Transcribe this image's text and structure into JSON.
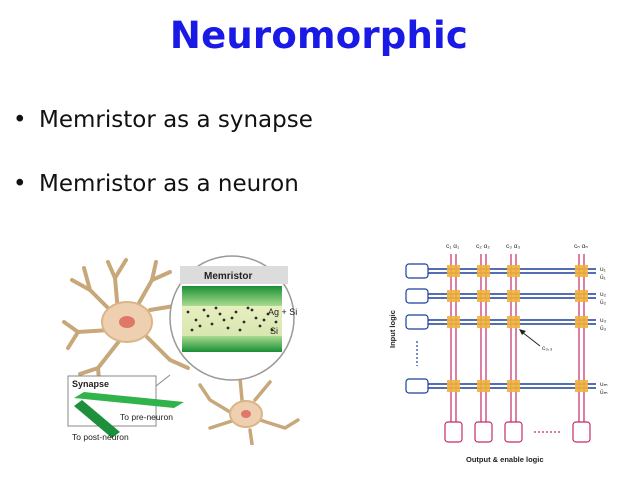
{
  "slide": {
    "title": "Neuromorphic",
    "bullets": [
      "Memristor as a synapse",
      "Memristor as a neuron"
    ]
  },
  "figure_left": {
    "memristor_label": "Memristor",
    "layer_label": "Ag + Si",
    "si_label": "Si",
    "synapse_label": "Synapse",
    "pre_neuron_label": "To pre-neuron",
    "post_neuron_label": "To post-neuron"
  },
  "figure_right": {
    "input_logic_label": "Input logic",
    "output_logic_label": "Output & enable logic",
    "top_labels": [
      "c₁ α₁",
      "c₂ α₂",
      "c₃ α₃",
      "cₙ αₙ"
    ],
    "right_labels": [
      [
        "u₁",
        "ū₁"
      ],
      [
        "u₂",
        "ū₂"
      ],
      [
        "u₃",
        "ū₃"
      ],
      [
        "uₘ",
        "ūₘ"
      ]
    ],
    "cell_label": "c₃,₃"
  },
  "colors": {
    "title": "#1a1ae6",
    "row_line": "#1b3f9e",
    "column_line": "#c42b6a",
    "junction": "#f2b23a",
    "neuron_tree": "#c8a87a",
    "memristor_green": "#2fb34a"
  }
}
